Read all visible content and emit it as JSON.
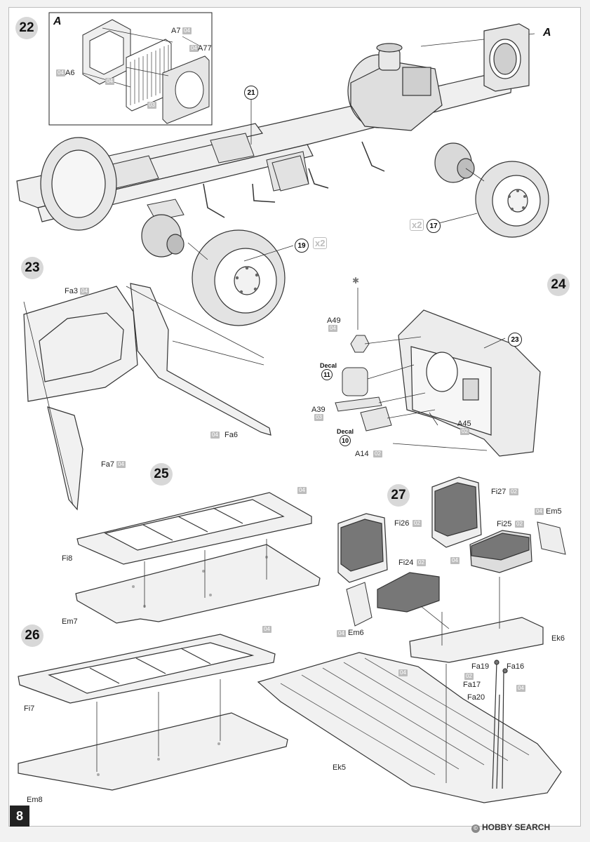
{
  "page": {
    "number": "8"
  },
  "watermark": {
    "text": "HOBBY SEARCH",
    "logo_icon": "copyright-logo-icon"
  },
  "steps": {
    "s22": "22",
    "s23": "23",
    "s24": "24",
    "s25": "25",
    "s26": "26",
    "s27": "27"
  },
  "inset": {
    "title": "A",
    "call_out": "A"
  },
  "references": {
    "r21": "21",
    "r17": "17",
    "r19": "19",
    "r23": "23",
    "d11": "11",
    "d10": "10",
    "x2_a": "x2",
    "x2_b": "x2"
  },
  "decal_word": "Decal",
  "labels": {
    "A7": "A7",
    "A7_chip": "04",
    "A77": "A77",
    "A77_chip": "04",
    "A6": "A6",
    "A6_chip": "04",
    "inset_chip_04": "04",
    "inset_chip_03": "03",
    "Fa3": "Fa3",
    "Fa3_chip": "04",
    "Fa6": "Fa6",
    "Fa6_chip": "04",
    "Fa7": "Fa7",
    "Fa7_chip": "04",
    "A49": "A49",
    "A49_chip": "04",
    "A39": "A39",
    "A39_chip": "03",
    "A45": "A45",
    "A45_chip": "02",
    "A14": "A14",
    "A14_chip": "02",
    "Fi8": "Fi8",
    "Em7": "Em7",
    "s25_chip": "04",
    "Fi7": "Fi7",
    "Em8": "Em8",
    "s26_chip": "04",
    "Fi27": "Fi27",
    "Fi27_chip": "02",
    "Fi26": "Fi26",
    "Fi26_chip": "02",
    "Fi25": "Fi25",
    "Fi25_chip": "02",
    "Fi24": "Fi24",
    "Fi24_chip": "02",
    "Em5": "Em5",
    "Em5_chip": "04",
    "Em6": "Em6",
    "Em6_chip": "04",
    "Fi27_back_chip": "04",
    "Ek6": "Ek6",
    "Ek5": "Ek5",
    "floor_chip": "04",
    "Fa19": "Fa19",
    "Fa16": "Fa16",
    "Fa17": "Fa17",
    "Fa17_chip": "02",
    "Fa20": "Fa20",
    "Fa16_chip": "04"
  },
  "colors": {
    "part_gray": "#e3e3e3",
    "seat_dark": "#777777",
    "step_circle": "#d8d8d8",
    "chip_gray": "#bdbdbd"
  }
}
